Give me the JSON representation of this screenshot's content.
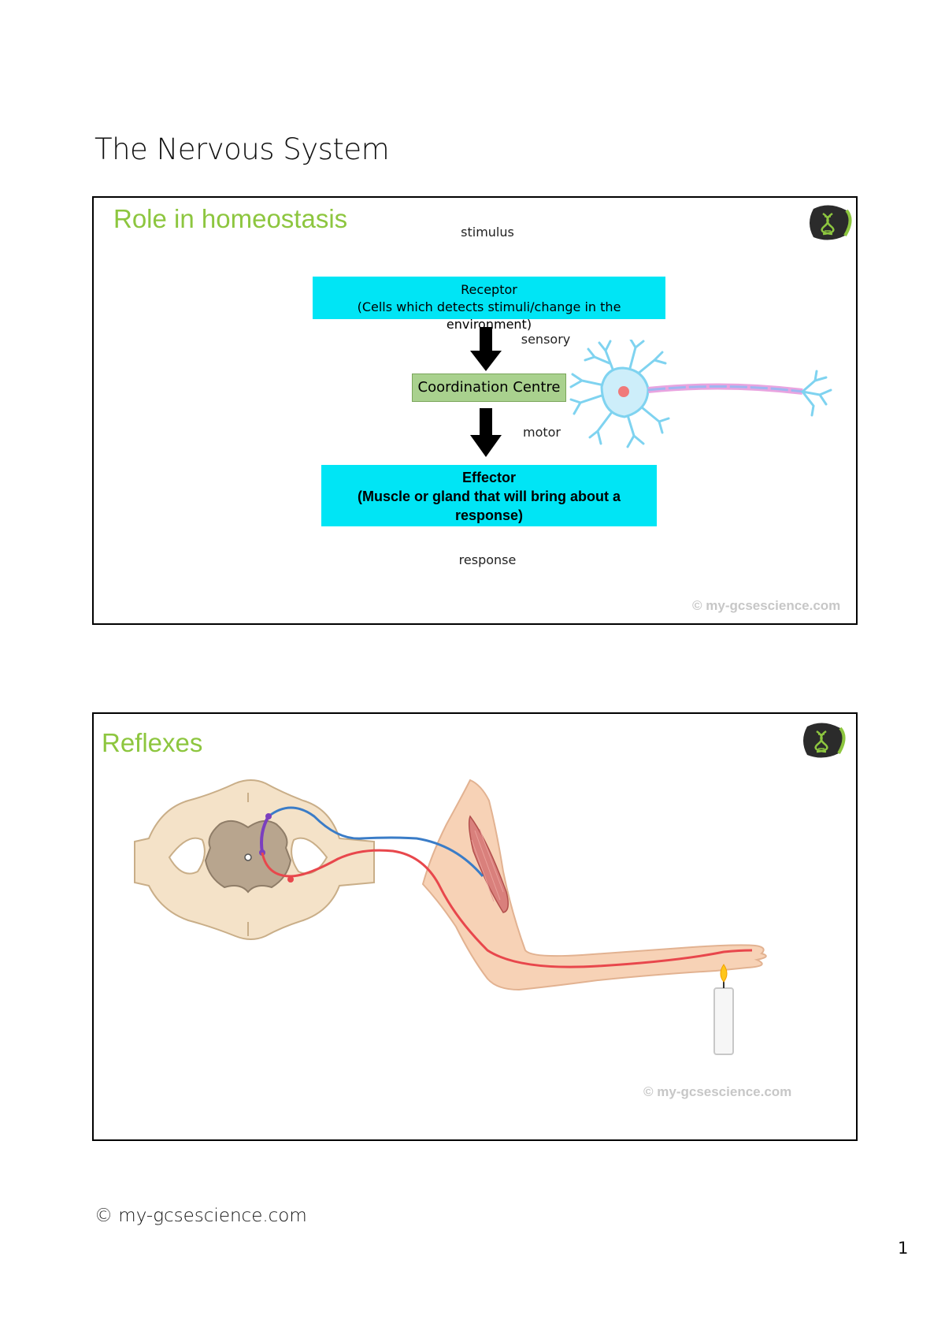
{
  "document": {
    "title": "The Nervous System",
    "footer": "© my-gcsescience.com",
    "page_number": "1"
  },
  "slide1": {
    "title": "Role in homeostasis",
    "stimulus": "stimulus",
    "receptor_line1": "Receptor",
    "receptor_line2": "(Cells which detects stimuli/change in the environment)",
    "sensory": "sensory",
    "coordination": "Coordination Centre",
    "motor": "motor",
    "effector_line1": "Effector",
    "effector_line2": "(Muscle or gland that will bring about a",
    "effector_line3": "response)",
    "response": "response",
    "watermark": "© my-gcsescience.com",
    "logo_icon": "dna-logo-icon",
    "neuron_icon": "neuron-illustration"
  },
  "slide2": {
    "title": "Reflexes",
    "watermark": "© my-gcsescience.com",
    "logo_icon": "dna-logo-icon",
    "illustration": "spinal-cord-reflex-arc-arm-candle"
  },
  "colors": {
    "accent_green": "#8dc63f",
    "box_cyan": "#00e5f5",
    "box_green": "#a9d18e",
    "sensory_blue": "#3a7cc7",
    "motor_red": "#e8474c",
    "relay_purple": "#7b3fbf"
  }
}
